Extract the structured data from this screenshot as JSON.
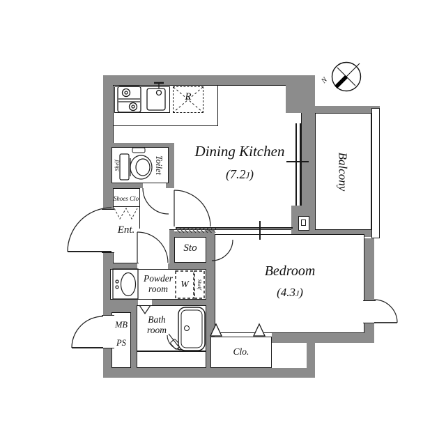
{
  "plan": {
    "colors": {
      "wall": "#8c8c8c",
      "line": "#1a1a1a",
      "background": "#ffffff"
    },
    "compass": {
      "north_label": "N"
    },
    "rooms": {
      "dining_kitchen": {
        "name": "Dining Kitchen",
        "size_prefix": "(7.2",
        "size_unit": "J",
        "size_suffix": ")"
      },
      "bedroom": {
        "name": "Bedroom",
        "size_prefix": "(4.3",
        "size_unit": "J",
        "size_suffix": ")"
      },
      "balcony": {
        "name": "Balcony"
      },
      "toilet": {
        "name": "Toilet",
        "shelf_label": "Shelf"
      },
      "shoes_closet": {
        "name": "Shoes Clo"
      },
      "entrance": {
        "name": "Ent."
      },
      "storage": {
        "name": "Sto"
      },
      "powder_room": {
        "name_line1": "Powder",
        "name_line2": "room",
        "washer_label": "W",
        "shelf_label": "Shelf"
      },
      "bath_room": {
        "name_line1": "Bath",
        "name_line2": "room"
      },
      "closet": {
        "name": "Clo."
      },
      "meter_box": {
        "line1": "MB",
        "line2": "PS"
      },
      "refrigerator_space": {
        "label": "R"
      }
    },
    "icons": [
      "stove-icon",
      "kitchen-sink-icon",
      "toilet-icon",
      "vanity-sink-icon",
      "bathtub-icon",
      "compass-icon",
      "refrigerator-space",
      "washing-machine-space"
    ]
  }
}
